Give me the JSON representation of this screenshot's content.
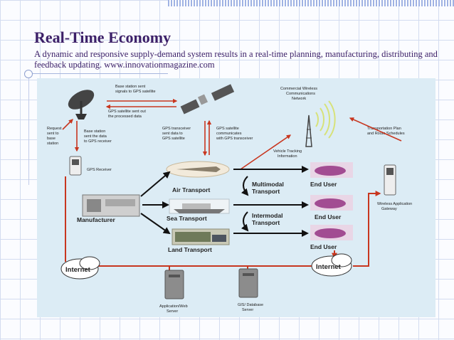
{
  "slide": {
    "title": "Real-Time Economy",
    "subtitle": "A dynamic and responsive supply-demand system results in a real-time planning, manufacturing, distributing and feedback updating. www.innovationmagazine.com"
  },
  "diagram": {
    "notes": {
      "base_station_sent": [
        "Base station sent",
        "signals to GPS satellite"
      ],
      "gps_sent_out": [
        "GPS satellite sent out",
        "the processed data"
      ],
      "commercial_network": [
        "Commercial Wireless",
        "Communications",
        "Network"
      ],
      "request": [
        "Request",
        "sent to",
        "base",
        "station"
      ],
      "base_sent_receiver": [
        "Base station",
        "sent the data",
        "to GPS receiver"
      ],
      "transceiver_sent": [
        "GPS transceiver",
        "sent data to",
        "GPS satellite"
      ],
      "satellite_comm": [
        "GPS satellite",
        "communicates",
        "with GPS transceiver"
      ],
      "transportation_plan": [
        "Transportation Plan",
        "and Route Schedules"
      ],
      "vehicle_tracking": [
        "Vehicle Tracking",
        "Information"
      ],
      "gps_receiver": "GPS Receiver",
      "wireless_gateway": [
        "Wireless Application",
        "Gateway"
      ],
      "app_server": [
        "Application/Web",
        "Server"
      ],
      "gis_server": [
        "GIS/ Database",
        "Server"
      ]
    },
    "labels": {
      "air": "Air Transport",
      "sea": "Sea Transport",
      "land": "Land Transport",
      "manufacturer": "Manufacturer",
      "multimodal": [
        "Multimodal",
        "Transport"
      ],
      "intermodal": [
        "Intermodal",
        "Transport"
      ],
      "end_user": "End User",
      "internet": "Internet"
    }
  }
}
